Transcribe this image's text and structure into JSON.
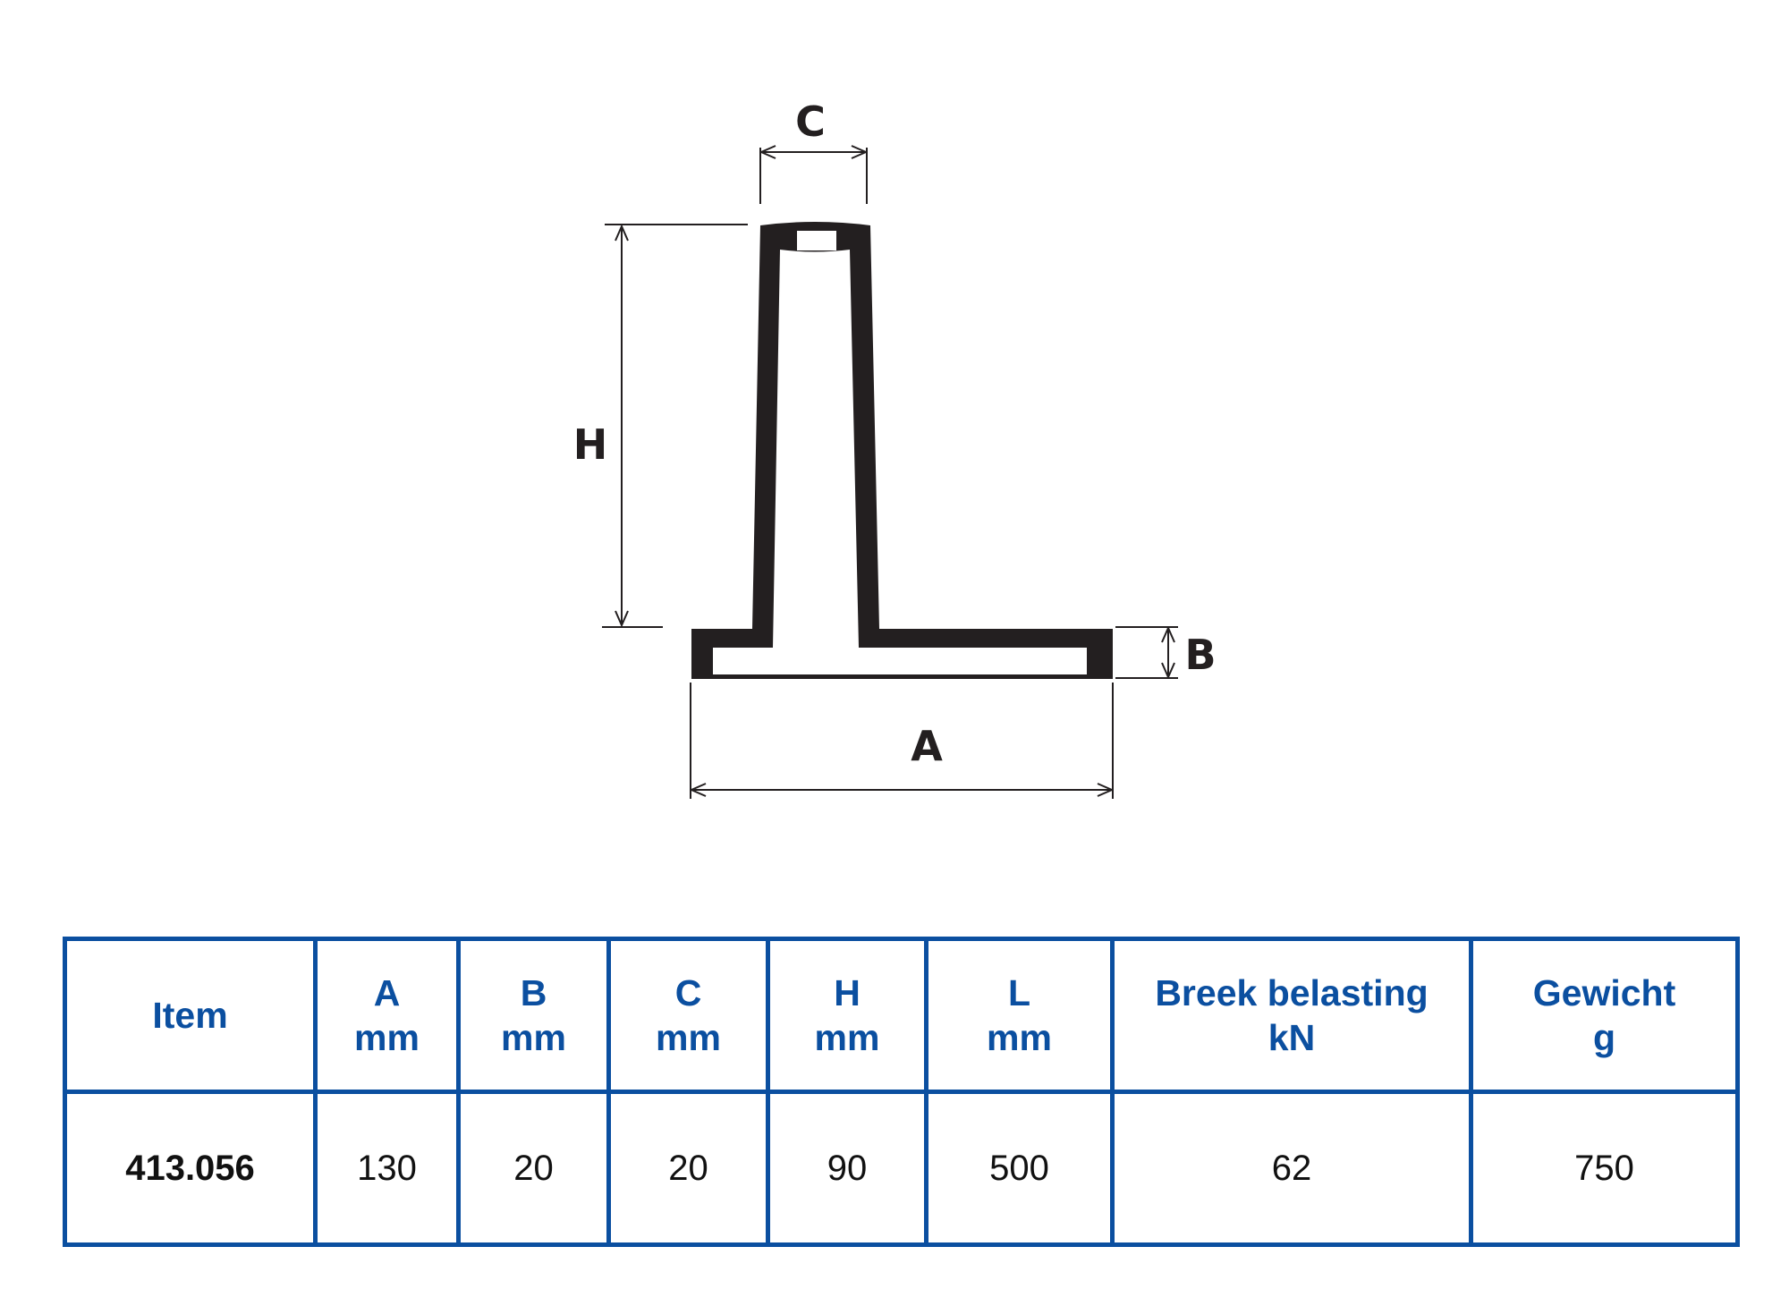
{
  "drawing": {
    "labels": {
      "C": "C",
      "H": "H",
      "B": "B",
      "A": "A"
    },
    "colors": {
      "profile": "#231f20",
      "table_border": "#0b4fa0"
    }
  },
  "table": {
    "headers": [
      {
        "name": "Item",
        "unit": ""
      },
      {
        "name": "A",
        "unit": "mm"
      },
      {
        "name": "B",
        "unit": "mm"
      },
      {
        "name": "C",
        "unit": "mm"
      },
      {
        "name": "H",
        "unit": "mm"
      },
      {
        "name": "L",
        "unit": "mm"
      },
      {
        "name": "Breek belasting",
        "unit": "kN"
      },
      {
        "name": "Gewicht",
        "unit": "g"
      }
    ],
    "rows": [
      [
        "413.056",
        "130",
        "20",
        "20",
        "90",
        "500",
        "62",
        "750"
      ]
    ]
  }
}
